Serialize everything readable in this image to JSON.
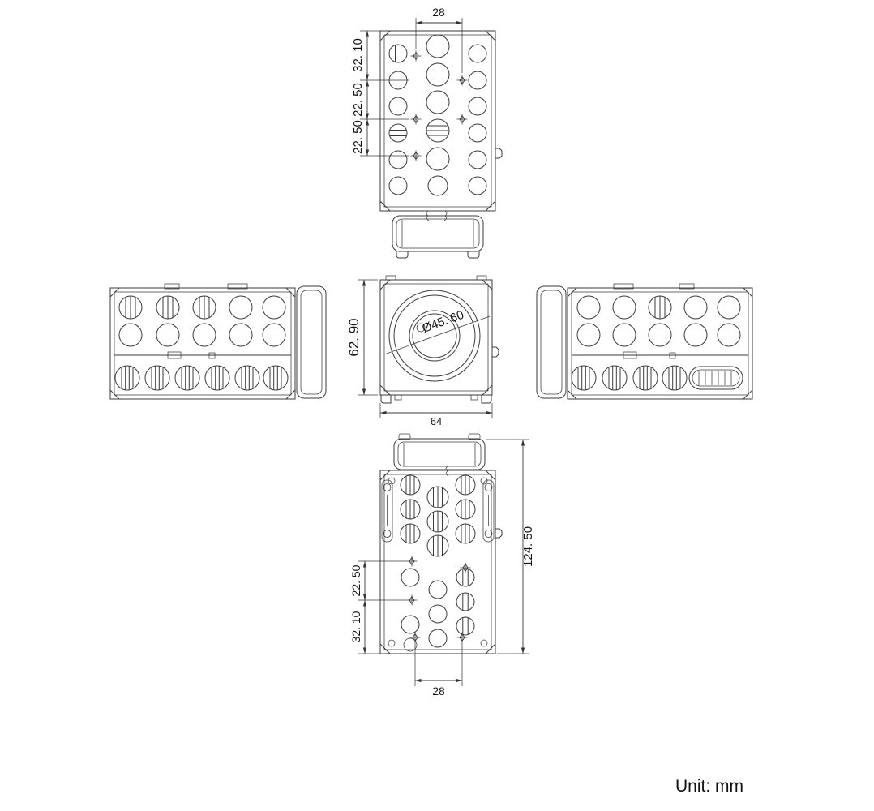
{
  "unit": {
    "label": "Unit: mm"
  },
  "dims": {
    "top": {
      "width": "28",
      "h1": "32. 10",
      "h2": "22. 50",
      "h3": "22. 50"
    },
    "front": {
      "height": "62. 90",
      "diameter": "Ø45. 60",
      "width": "64"
    },
    "bottom": {
      "height": "124. 50",
      "v1": "22. 50",
      "v2": "32. 10",
      "width": "28"
    }
  }
}
